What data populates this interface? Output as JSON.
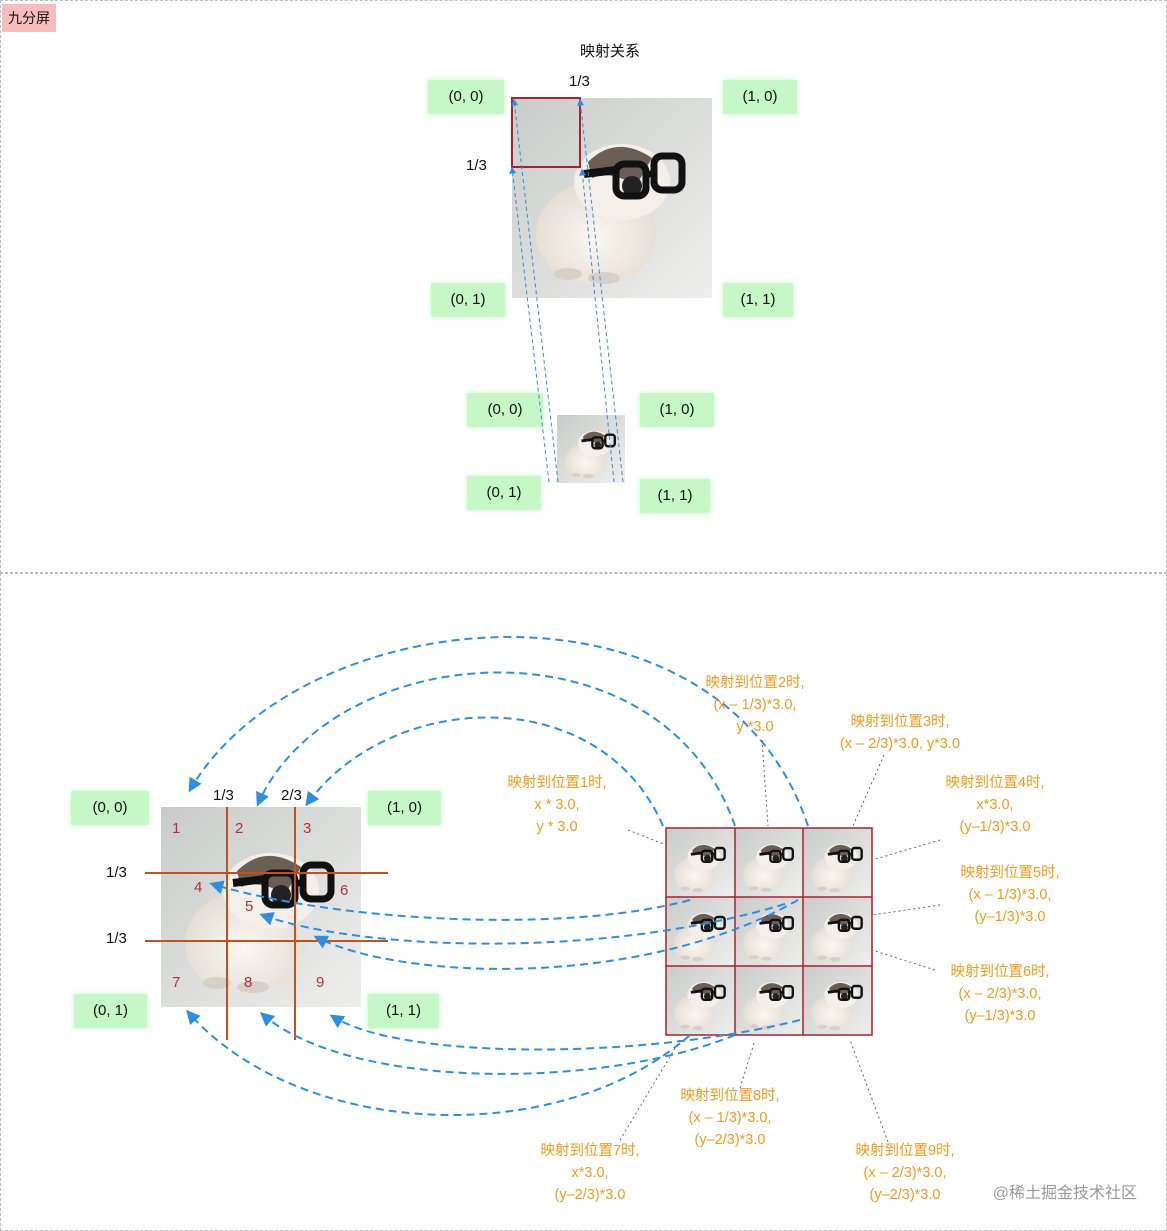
{
  "badge": "九分屏",
  "top": {
    "title": "映射关系",
    "fraction_top": "1/3",
    "fraction_left": "1/3",
    "big_coords": {
      "tl": "(0,  0)",
      "tr": "(1,  0)",
      "bl": "(0,  1)",
      "br": "(1,  1)"
    },
    "small_coords": {
      "tl": "(0,  0)",
      "tr": "(1,  0)",
      "bl": "(0,  1)",
      "br": "(1,  1)"
    }
  },
  "bottom": {
    "coords": {
      "tl": "(0,  0)",
      "tr": "(1,  0)",
      "bl": "(0,  1)",
      "br": "(1,  1)"
    },
    "fractions": {
      "top1": "1/3",
      "top2": "2/3",
      "left1": "1/3",
      "left2": "1/3"
    },
    "cell_numbers": [
      "1",
      "2",
      "3",
      "4",
      "5",
      "6",
      "7",
      "8",
      "9"
    ],
    "mappings": {
      "p1": "映射到位置1时,\nx * 3.0,\ny * 3.0",
      "p2": "映射到位置2时,\n(x – 1/3)*3.0,\ny *3.0",
      "p3": "映射到位置3时,\n(x – 2/3)*3.0, y*3.0",
      "p4": "映射到位置4时,\nx*3.0,\n(y–1/3)*3.0",
      "p5": "映射到位置5时,\n(x – 1/3)*3.0,\n(y–1/3)*3.0",
      "p6": "映射到位置6时,\n(x – 2/3)*3.0,\n(y–1/3)*3.0",
      "p7": "映射到位置7时,\nx*3.0,\n(y–2/3)*3.0",
      "p8": "映射到位置8时,\n(x – 1/3)*3.0,\n(y–2/3)*3.0",
      "p9": "映射到位置9时,\n(x – 2/3)*3.0,\n(y–2/3)*3.0"
    }
  },
  "watermark": "@稀土掘金技术社区",
  "colors": {
    "coord_bg": "#c6f7c6",
    "orange": "#f39a1a",
    "arrow": "#2d8fe0",
    "grid": "#c0521a",
    "crop": "#b01e2a"
  }
}
